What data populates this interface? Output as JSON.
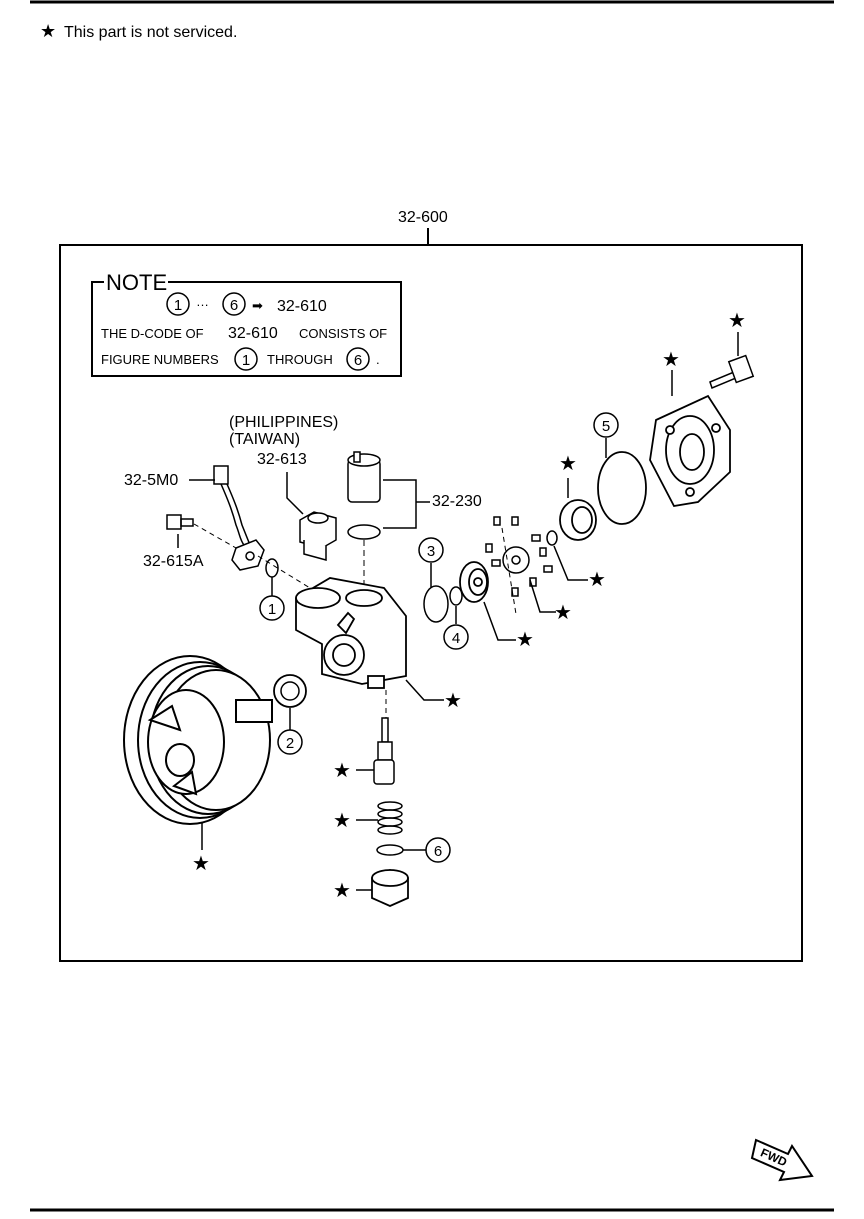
{
  "header_note": "This part is not serviced.",
  "assembly_code": "32-600",
  "note": {
    "title": "NOTE",
    "range_from": "1",
    "range_sep": "…",
    "range_to": "6",
    "arrow": "➡",
    "target": "32-610",
    "line1_prefix": "THE D-CODE OF",
    "line1_code": "32-610",
    "line1_suffix": "CONSISTS OF",
    "line2_prefix": "FIGURE NUMBERS",
    "line2_from": "1",
    "line2_mid": "THROUGH",
    "line2_to": "6",
    "line2_end": "."
  },
  "labels": {
    "region1": "(PHILIPPINES)",
    "region2": "(TAIWAN)",
    "part_613": "32-613",
    "part_5m0": "32-5M0",
    "part_615a": "32-615A",
    "part_230": "32-230"
  },
  "callouts": [
    "1",
    "2",
    "3",
    "4",
    "5",
    "6"
  ],
  "fwd_label": "FWD"
}
